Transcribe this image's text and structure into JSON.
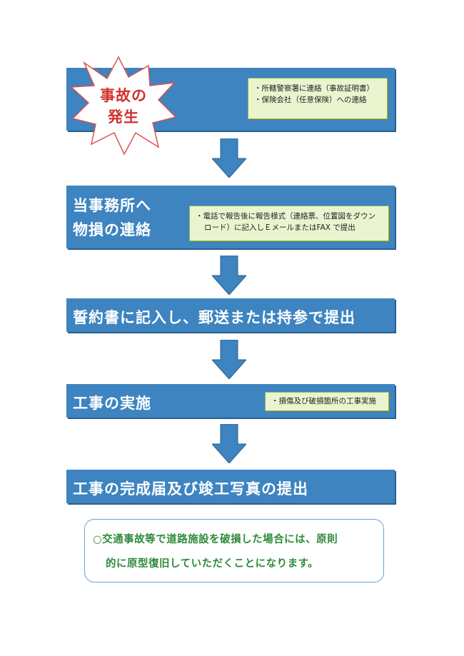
{
  "steps": [
    {
      "title": "事故の発生",
      "star_line1": "事故の",
      "star_line2": "発生",
      "notes": [
        "・所轄警察署に連絡（事故証明書）",
        "・保険会社（任意保険）への連絡"
      ]
    },
    {
      "title_line1": "当事務所へ",
      "title_line2": "物損の連絡",
      "notes": [
        "・電話で報告後に報告様式（連絡票、位置図をダウン",
        "ロード）に記入しＥメールまたはFAX で提出"
      ]
    },
    {
      "title": "誓約書に記入し、郵送または持参で提出"
    },
    {
      "title": "工事の実施",
      "notes": [
        "・損傷及び破損箇所の工事実施"
      ]
    },
    {
      "title": "工事の完成届及び竣工写真の提出"
    }
  ],
  "footer": {
    "line1": "○交通事故等で道路施設を破損した場合には、原則",
    "line2": "的に原型復旧していただくことになります。"
  },
  "colors": {
    "step_fill": "#3d84c0",
    "note_fill": "#eaf5cf",
    "star_text": "#d0312d",
    "footer_text": "#2f8a3a",
    "footer_border": "#6f9fd0"
  }
}
